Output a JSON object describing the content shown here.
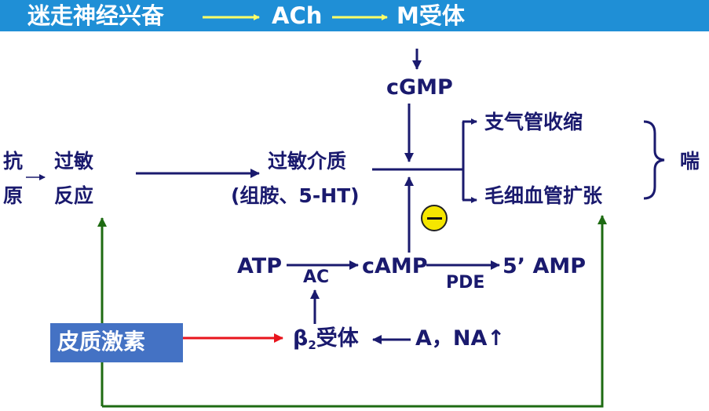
{
  "banner": {
    "vagus": "迷走神经兴奋",
    "ach": "ACh",
    "m_receptor": "M受体",
    "bg_color": "#1f8fd6",
    "arrow_color": "#ffff66"
  },
  "nodes": {
    "cgmp": "cGMP",
    "antigen_1": "抗",
    "antigen_2": "原",
    "allergy_1": "过敏",
    "allergy_2": "反应",
    "mediator_1": "过敏介质",
    "mediator_2": "(组胺、5-HT)",
    "bronchoconstriction": "支气管收缩",
    "vasodilation": "毛细血管扩张",
    "asthma": "喘",
    "atp": "ATP",
    "ac": "AC",
    "camp": "cAMP",
    "amp": "5’ AMP",
    "pde": "PDE",
    "beta_main": "β",
    "beta_sub": "2",
    "beta_rest": "受体",
    "a_na": "A，NA↑",
    "corticosteroid": "皮质激素"
  },
  "colors": {
    "text": "#1a1a6e",
    "arrow": "#1a1a6e",
    "red_arrow": "#e8141c",
    "green_arrow": "#1e6b12",
    "box": "#4472c4",
    "minus": "#f5e600"
  }
}
